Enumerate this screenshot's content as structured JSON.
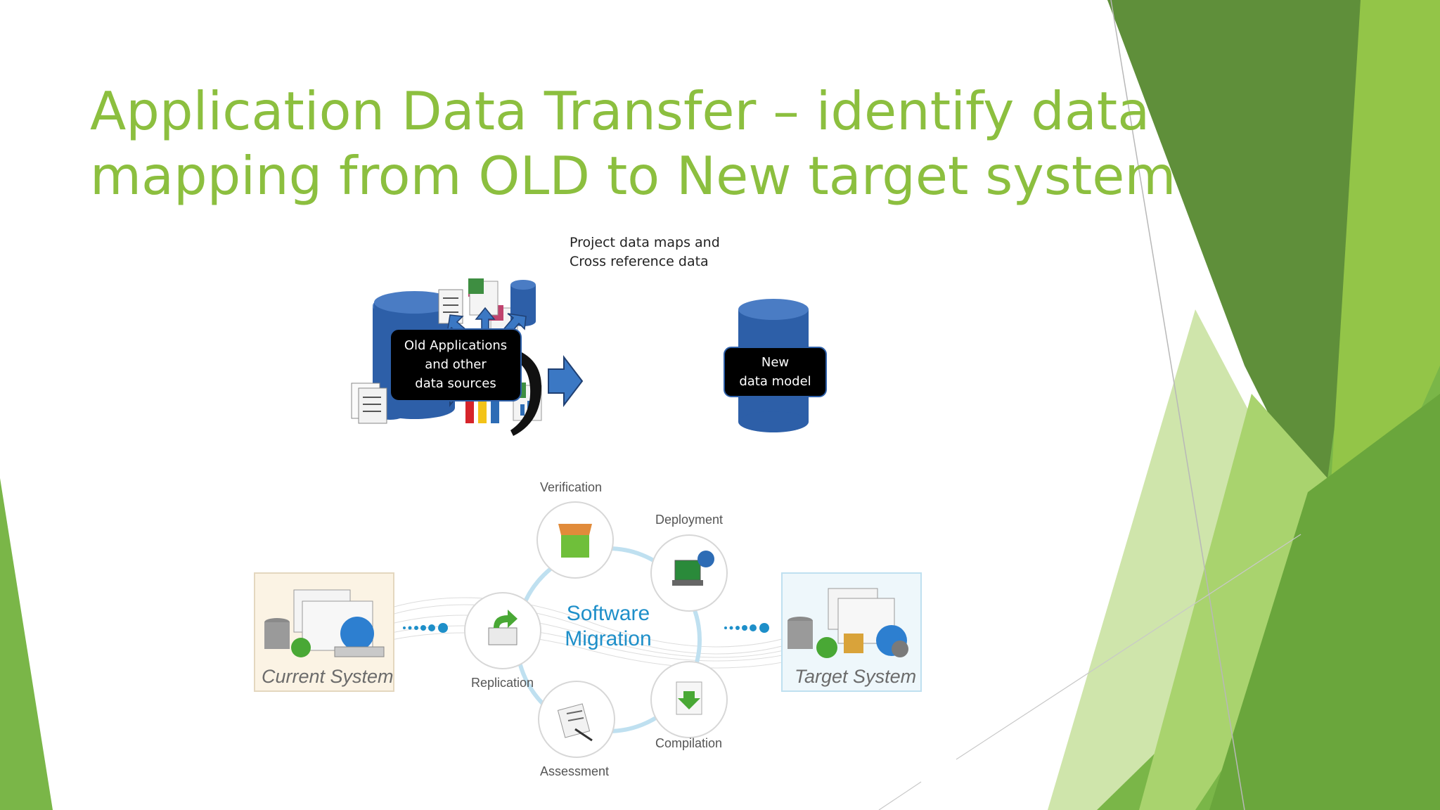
{
  "slide": {
    "title_line1": "Application Data Transfer – identify data",
    "title_line2": "mapping from OLD to New target system"
  },
  "mapping_diagram": {
    "project_label_line1": "Project data maps and",
    "project_label_line2": "Cross reference data",
    "source_line1": "Old Applications",
    "source_line2": "and other",
    "source_line3": "data sources",
    "target_line1": "New",
    "target_line2": "data model"
  },
  "migration_diagram": {
    "center_line1": "Software",
    "center_line2": "Migration",
    "steps": {
      "verification": "Verification",
      "deployment": "Deployment",
      "compilation": "Compilation",
      "assessment": "Assessment",
      "replication": "Replication"
    },
    "current_system": "Current System",
    "target_system": "Target System"
  },
  "colors": {
    "title_green": "#8cbf3f",
    "deco_green_dark": "#5f8f3a",
    "deco_green_mid": "#7ab648",
    "deco_green_light": "#a9d36e",
    "db_blue": "#2d5fa8",
    "arrow_blue": "#3b78c4",
    "migration_blue": "#1e8fc9"
  }
}
